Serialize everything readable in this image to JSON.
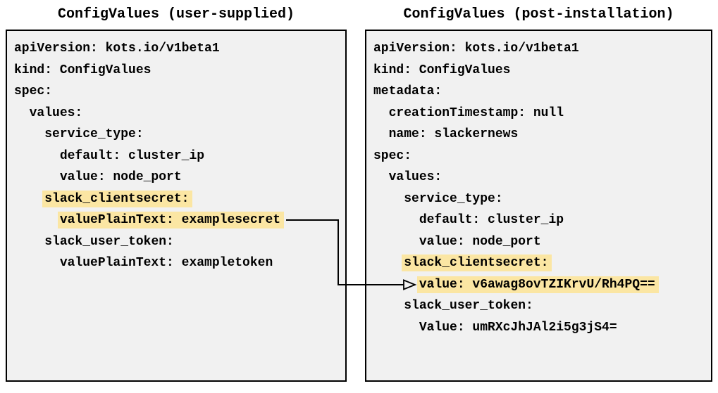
{
  "colors": {
    "highlight": "#fbe6a3",
    "panel_background": "#f1f1f1",
    "panel_border": "#000000",
    "text": "#000000",
    "arrow": "#000000",
    "page_background": "#ffffff"
  },
  "panels": [
    {
      "title": "ConfigValues (user-supplied)",
      "lines": [
        {
          "indent": 0,
          "text": "apiVersion: kots.io/v1beta1",
          "highlight": false
        },
        {
          "indent": 0,
          "text": "kind: ConfigValues",
          "highlight": false
        },
        {
          "indent": 0,
          "text": "spec:",
          "highlight": false
        },
        {
          "indent": 2,
          "text": "values:",
          "highlight": false
        },
        {
          "indent": 4,
          "text": "service_type:",
          "highlight": false
        },
        {
          "indent": 6,
          "text": "default: cluster_ip",
          "highlight": false
        },
        {
          "indent": 6,
          "text": "value: node_port",
          "highlight": false
        },
        {
          "indent": 4,
          "text": "slack_clientsecret:",
          "highlight": true
        },
        {
          "indent": 6,
          "text": "valuePlainText: examplesecret",
          "highlight": true
        },
        {
          "indent": 4,
          "text": "slack_user_token:",
          "highlight": false
        },
        {
          "indent": 6,
          "text": "valuePlainText: exampletoken",
          "highlight": false
        }
      ]
    },
    {
      "title": "ConfigValues (post-installation)",
      "lines": [
        {
          "indent": 0,
          "text": "apiVersion: kots.io/v1beta1",
          "highlight": false
        },
        {
          "indent": 0,
          "text": "kind: ConfigValues",
          "highlight": false
        },
        {
          "indent": 0,
          "text": "metadata:",
          "highlight": false
        },
        {
          "indent": 2,
          "text": "creationTimestamp: null",
          "highlight": false
        },
        {
          "indent": 2,
          "text": "name: slackernews",
          "highlight": false
        },
        {
          "indent": 0,
          "text": "spec:",
          "highlight": false
        },
        {
          "indent": 2,
          "text": "values:",
          "highlight": false
        },
        {
          "indent": 4,
          "text": "service_type:",
          "highlight": false
        },
        {
          "indent": 6,
          "text": "default: cluster_ip",
          "highlight": false
        },
        {
          "indent": 6,
          "text": "value: node_port",
          "highlight": false
        },
        {
          "indent": 4,
          "text": "slack_clientsecret:",
          "highlight": true
        },
        {
          "indent": 6,
          "text": "value: v6awag8ovTZIKrvU/Rh4PQ==",
          "highlight": true
        },
        {
          "indent": 4,
          "text": "slack_user_token:",
          "highlight": false
        },
        {
          "indent": 6,
          "text": "Value: umRXcJhJAl2i5g3jS4=",
          "highlight": false
        }
      ]
    }
  ],
  "arrow": {
    "from": "valuePlainText: examplesecret (user-supplied)",
    "to": "value: v6awag8ovTZIKrvU/Rh4PQ== (post-installation)"
  }
}
